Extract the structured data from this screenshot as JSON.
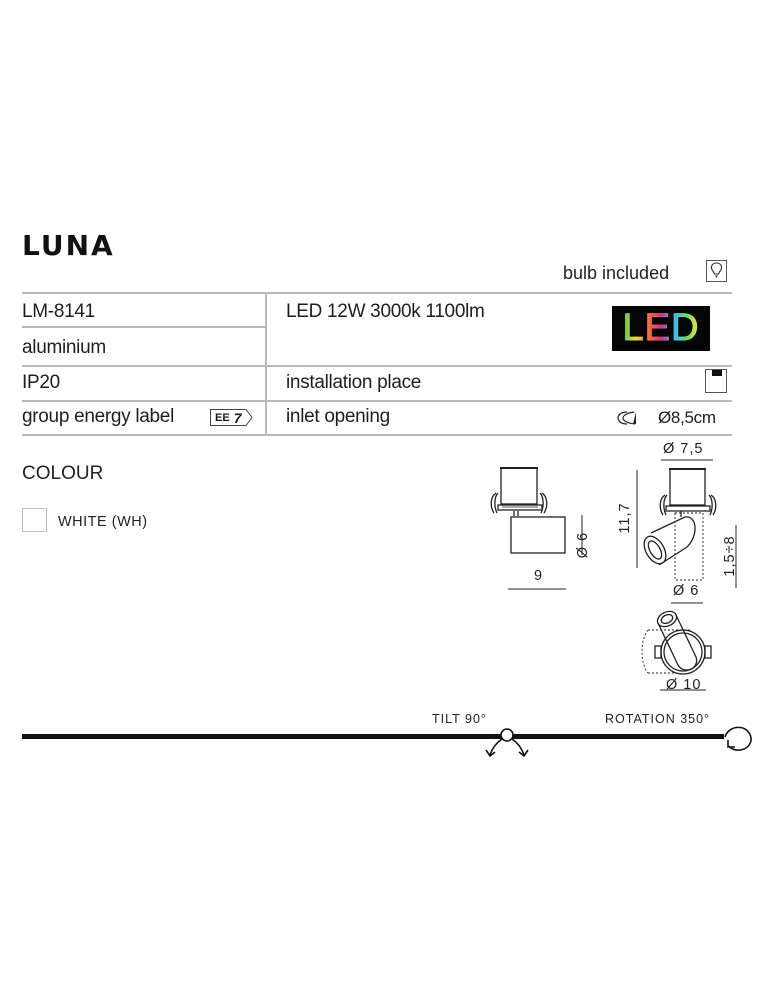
{
  "product": {
    "name": "LUNA",
    "bulb_included_label": "bulb included",
    "bulb_icon": "lightbulb-icon"
  },
  "spec_table": {
    "left": {
      "code": "LM-8141",
      "material": "aluminium",
      "ip_rating": "IP20",
      "energy_label_text": "group energy label",
      "energy_badge": {
        "prefix": "EE",
        "value": "7"
      }
    },
    "right": {
      "light_source": "LED 12W 3000k 1100lm",
      "led_logo": "LED",
      "installation_place_label": "installation place",
      "installation_icon": "ceiling-mount-icon",
      "inlet_opening_label": "inlet opening",
      "inlet_icon": "cutout-hole-icon",
      "inlet_opening_value": "Ø8,5cm"
    }
  },
  "colour": {
    "heading": "COLOUR",
    "options": [
      {
        "label": "WHITE (WH)",
        "swatch": "#ffffff"
      }
    ]
  },
  "drawings": {
    "side_view": {
      "width": "9",
      "diameter": "Ø 6"
    },
    "front_view": {
      "top_diameter": "Ø 7,5",
      "height": "11,7",
      "adjust_range": "1,5÷8",
      "bottom_diameter": "Ø 6"
    },
    "top_view": {
      "diameter": "Ø 10"
    }
  },
  "features": {
    "tilt_label": "TILT 90°",
    "rotation_label": "ROTATION 350°"
  }
}
